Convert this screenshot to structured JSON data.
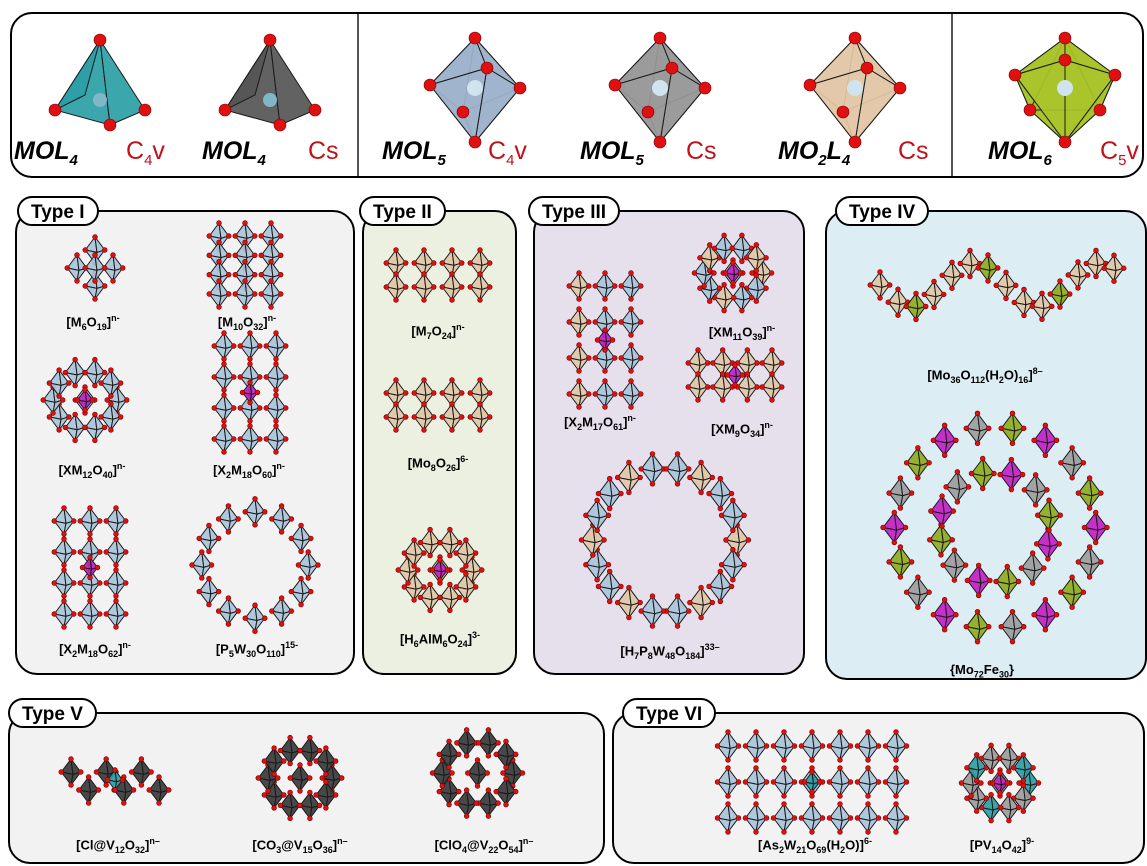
{
  "top": {
    "geometries": [
      {
        "formula_main": "MOL",
        "formula_sub": "4",
        "symmetry_main": "C",
        "symmetry_sub": "4",
        "symmetry_tail": "v",
        "color": "#2b9ea6"
      },
      {
        "formula_main": "MOL",
        "formula_sub": "4",
        "symmetry_main": "Cs",
        "symmetry_sub": "",
        "symmetry_tail": "",
        "color": "#555555"
      },
      {
        "formula_main": "MOL",
        "formula_sub": "5",
        "symmetry_main": "C",
        "symmetry_sub": "4",
        "symmetry_tail": "v",
        "color": "#9fb4cc"
      },
      {
        "formula_main": "MOL",
        "formula_sub": "5",
        "symmetry_main": "Cs",
        "symmetry_sub": "",
        "symmetry_tail": "",
        "color": "#9a9a9a"
      },
      {
        "formula_main": "MO",
        "formula_sub": "2",
        "formula_tail": "L",
        "formula_sub2": "4",
        "symmetry_main": "Cs",
        "symmetry_sub": "",
        "symmetry_tail": "",
        "color": "#e3c9a8"
      },
      {
        "formula_main": "MOL",
        "formula_sub": "6",
        "symmetry_main": "C",
        "symmetry_sub": "5",
        "symmetry_tail": "v",
        "color": "#a8c42a"
      }
    ]
  },
  "types": {
    "type1": {
      "title": "Type I"
    },
    "type2": {
      "title": "Type II"
    },
    "type3": {
      "title": "Type III"
    },
    "type4": {
      "title": "Type IV"
    },
    "type5": {
      "title": "Type V"
    },
    "type6": {
      "title": "Type VI"
    }
  },
  "labels": {
    "t1_a": [
      "[M",
      "6",
      "O",
      "19",
      "]",
      "n-"
    ],
    "t1_b": [
      "[M",
      "10",
      "O",
      "32",
      "]",
      "n-"
    ],
    "t1_c": [
      "[XM",
      "12",
      "O",
      "40",
      "]",
      "n-"
    ],
    "t1_d": [
      "[X",
      "2",
      "M",
      "18",
      "O",
      "60",
      "]",
      "n-"
    ],
    "t1_e": [
      "[X",
      "2",
      "M",
      "18",
      "O",
      "62",
      "]",
      "n-"
    ],
    "t1_f": [
      "[P",
      "5",
      "W",
      "30",
      "O",
      "110",
      "]",
      "15-"
    ],
    "t2_a": [
      "[M",
      "7",
      "O",
      "24",
      "]",
      "n-"
    ],
    "t2_b": [
      "[Mo",
      "8",
      "O",
      "26",
      "]",
      "6-"
    ],
    "t2_c": [
      "[H",
      "6",
      "AlM",
      "6",
      "O",
      "24",
      "]",
      "3-"
    ],
    "t3_a": [
      "[XM",
      "11",
      "O",
      "39",
      "]",
      "n-"
    ],
    "t3_b": [
      "[X",
      "2",
      "M",
      "17",
      "O",
      "61",
      "]",
      "n-"
    ],
    "t3_c": [
      "[XM",
      "9",
      "O",
      "34",
      "]",
      "n-"
    ],
    "t3_d": [
      "[H",
      "7",
      "P",
      "8",
      "W",
      "48",
      "O",
      "184",
      "]",
      "33–"
    ],
    "t4_a": [
      "[Mo",
      "36",
      "O",
      "112",
      "(H",
      "2",
      "O)",
      "16",
      "]",
      "8–"
    ],
    "t4_b": [
      "{Mo",
      "72",
      "Fe",
      "30",
      "}"
    ],
    "t5_a": [
      "[Cl@V",
      "12",
      "O",
      "32",
      "]",
      "n–"
    ],
    "t5_b": [
      "[CO",
      "3",
      "@V",
      "15",
      "O",
      "36",
      "]",
      "n–"
    ],
    "t5_c": [
      "[ClO",
      "4",
      "@V",
      "22",
      "O",
      "54",
      "]",
      "n–"
    ],
    "t6_a": [
      "[As",
      "2",
      "W",
      "21",
      "O",
      "69",
      "(H",
      "2",
      "O)]",
      "6-"
    ],
    "t6_b": [
      "[PV",
      "14",
      "O",
      "42",
      "]",
      "9-"
    ]
  },
  "colors": {
    "blue_poly": "#a9c4da",
    "tan_poly": "#e0c7a6",
    "dark_poly": "#3a3a3a",
    "magenta_poly": "#c21fc4",
    "green_poly": "#8faa1e",
    "teal_poly": "#2b9ea6",
    "oxygen": "#e01010",
    "symmetry_red": "#c0121a",
    "panel_type1_bg": "#f2f2f2",
    "panel_type2_bg": "#ebf0e0",
    "panel_type3_bg": "#e6e0ec",
    "panel_type4_bg": "#dceef4",
    "panel_type5_bg": "#f2f2f2",
    "panel_type6_bg": "#f2f2f2"
  }
}
